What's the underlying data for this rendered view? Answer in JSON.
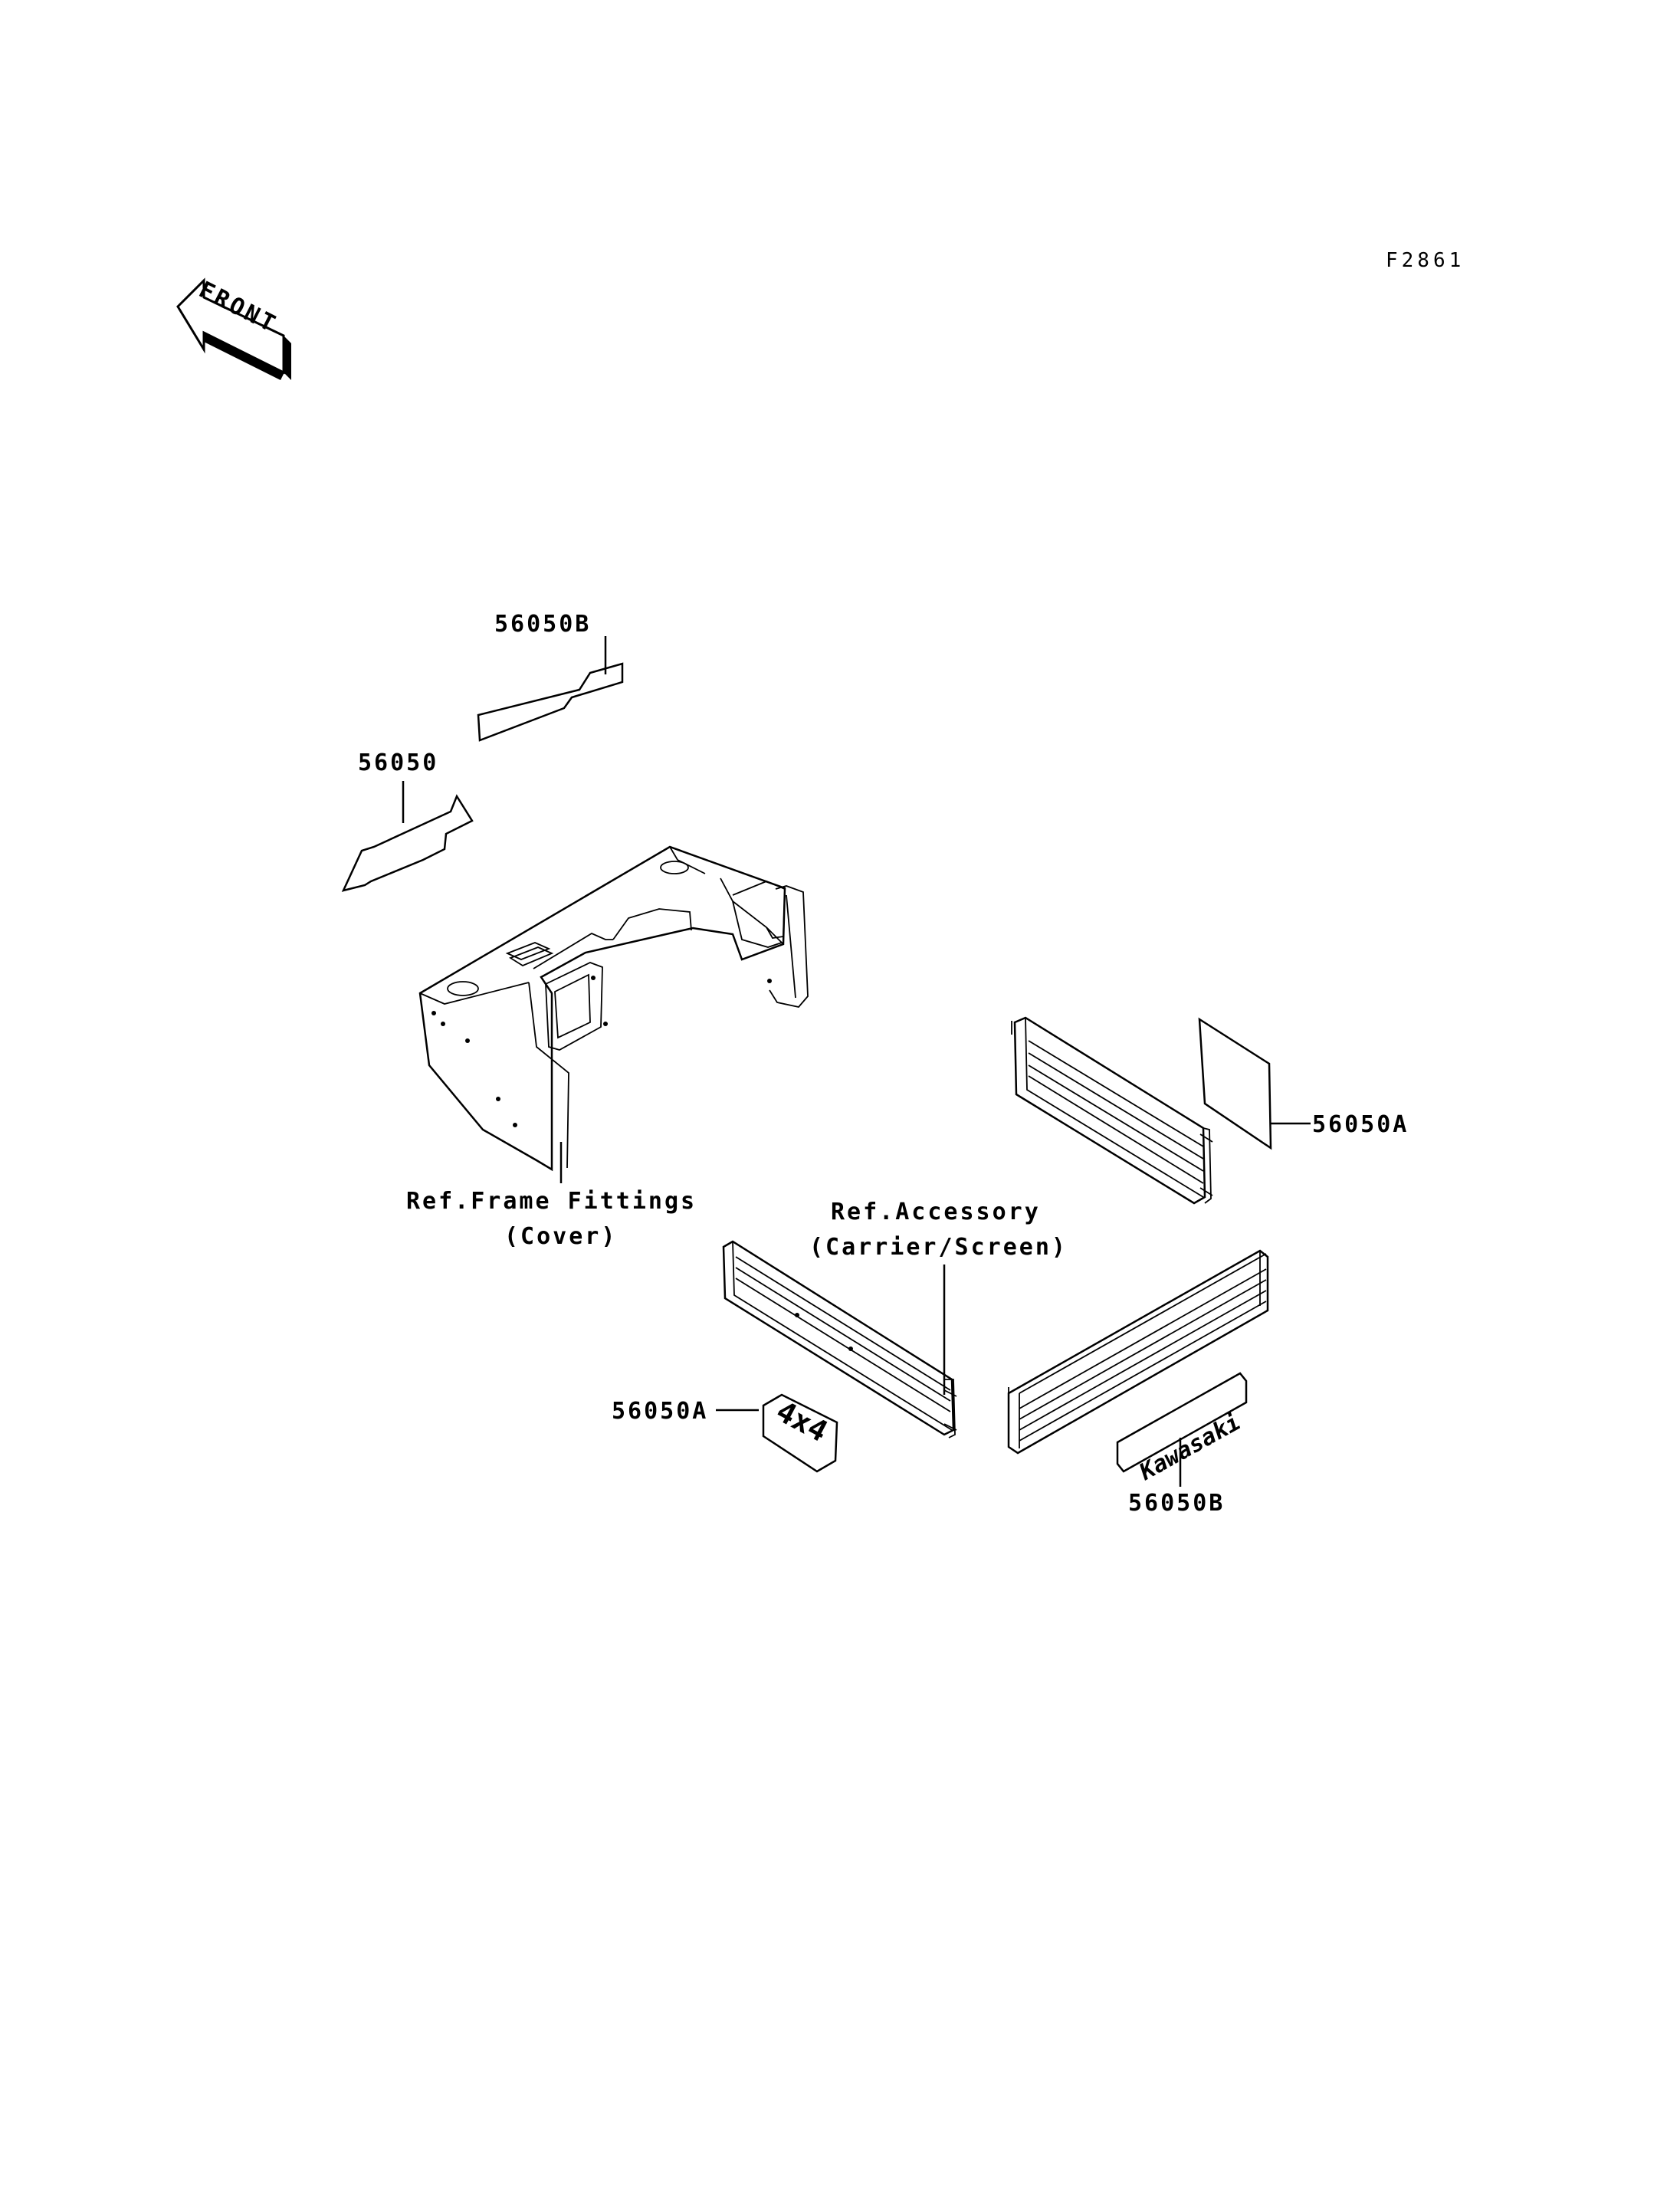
{
  "figure_code": "F2861",
  "front_arrow_text": "FRONT",
  "callouts": {
    "decal_56050b_top": "56050B",
    "decal_56050": "56050",
    "decal_56050a_right": "56050A",
    "decal_56050a_left": "56050A",
    "decal_56050b_bottom": "56050B"
  },
  "references": {
    "frame_fittings_line1": "Ref.Frame Fittings",
    "frame_fittings_line2": "(Cover)",
    "accessory_line1": "Ref.Accessory",
    "accessory_line2": "(Carrier/Screen)"
  },
  "decal_texts": {
    "four_by_four": "4x4",
    "brand": "Kawasaki"
  }
}
